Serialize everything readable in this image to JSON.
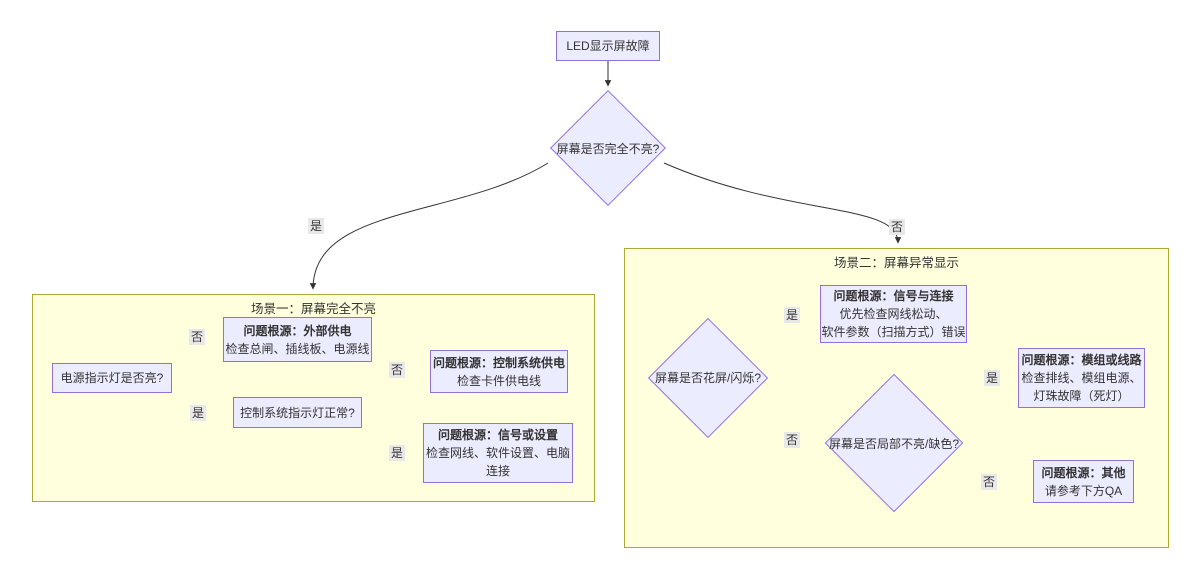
{
  "diagram": {
    "root": "LED显示屏故障",
    "main_decision": "屏幕是否完全不亮?",
    "edge_labels": {
      "yes": "是",
      "no": "否"
    },
    "scenario1": {
      "title": "场景一：屏幕完全不亮",
      "power_light_q": "电源指示灯是否亮?",
      "external_power": {
        "title": "问题根源：外部供电",
        "desc": "检查总闸、插线板、电源线"
      },
      "control_light_q": "控制系统指示灯正常?",
      "control_power": {
        "title": "问题根源：控制系统供电",
        "desc": "检查卡件供电线"
      },
      "signal_settings": {
        "title": "问题根源：信号或设置",
        "desc": "检查网线、软件设置、电脑\n连接"
      }
    },
    "scenario2": {
      "title": "场景二：屏幕异常显示",
      "flicker_q": "屏幕是否花屏/闪烁?",
      "signal_connection": {
        "title": "问题根源：信号与连接",
        "desc": "优先检查网线松动、\n软件参数（扫描方式）错误"
      },
      "partial_q": "屏幕是否局部不亮/缺色?",
      "module_wiring": {
        "title": "问题根源：模组或线路",
        "desc": "检查排线、模组电源、\n灯珠故障（死灯）"
      },
      "other": {
        "title": "问题根源：其他",
        "desc": "请参考下方QA"
      }
    },
    "colors": {
      "node_fill": "#ECECFF",
      "node_border": "#9370DB",
      "container_fill": "#FFFFDE",
      "container_border": "#AAAA33",
      "edge": "#333333",
      "edge_label_bg": "#E8E8E8"
    }
  }
}
